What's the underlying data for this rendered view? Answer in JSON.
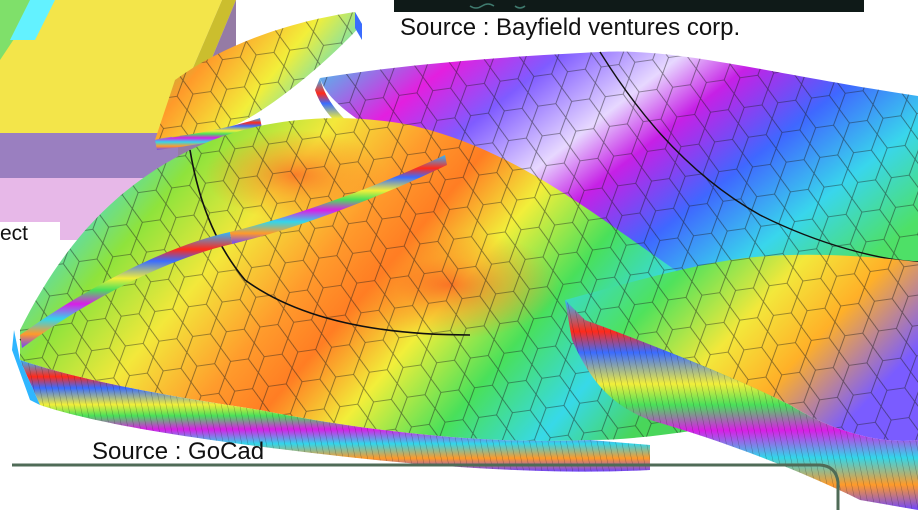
{
  "captions": {
    "top_source": "Source : Bayfield ventures corp.",
    "bottom_source": "Source : GoCad",
    "left_fragment": "ect"
  },
  "colors": {
    "background": "#ffffff",
    "frame_line": "#4f6b57",
    "dark_band": "#0f1a18",
    "block_yellow": "#f3e54a",
    "block_purple": "#9a7fc0",
    "block_pink": "#e7b8e8",
    "red": "#ff2a1a",
    "orange": "#ff9a2a",
    "yellow": "#f2ef3a",
    "green": "#49e05a",
    "cyan": "#32d6ea",
    "blue": "#3a6cff",
    "magenta": "#d91ee6"
  }
}
